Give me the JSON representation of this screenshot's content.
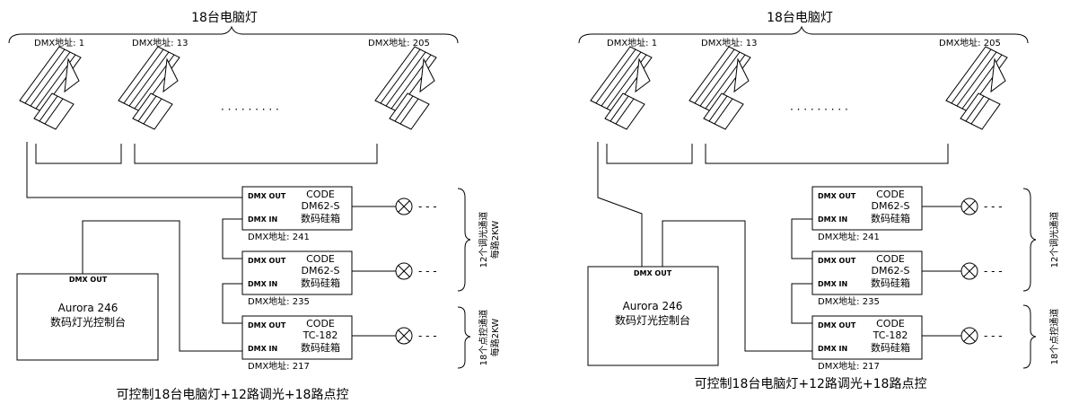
{
  "diagrams": [
    {
      "title": "18台电脑灯",
      "caption": "可控制18台电脑灯+12路调光+18路点控",
      "address_labels": [
        "DMX地址: 1",
        "DMX地址: 13",
        "DMX地址: 205"
      ],
      "ellipsis": "· · · · · · · · ·",
      "console": {
        "port": "DMX OUT",
        "name": "Aurora 246",
        "desc": "数码灯光控制台"
      },
      "dimmers": [
        {
          "out": "DMX OUT",
          "in": "DMX IN",
          "code": "CODE",
          "model": "DM62-S",
          "desc": "数码硅箱",
          "address": "DMX地址: 241"
        },
        {
          "out": "DMX OUT",
          "in": "DMX IN",
          "code": "CODE",
          "model": "DM62-S",
          "desc": "数码硅箱",
          "address": "DMX地址: 235"
        },
        {
          "out": "DMX OUT",
          "in": "DMX IN",
          "code": "CODE",
          "model": "TC-182",
          "desc": "数码硅箱",
          "address": "DMX地址: 217"
        }
      ],
      "lamp_dots": "- - -",
      "group1": {
        "line1": "12个调光通道",
        "line2": "每路2KW"
      },
      "group2": {
        "line1": "18个点控通道",
        "line2": "每路2KW"
      }
    },
    {
      "title": "18台电脑灯",
      "caption": "可控制18台电脑灯+12路调光+18路点控",
      "address_labels": [
        "DMX地址: 1",
        "DMX地址: 13",
        "DMX地址: 205"
      ],
      "ellipsis": "· · · · · · · · ·",
      "console": {
        "port": "DMX OUT",
        "name": "Aurora 246",
        "desc": "数码灯光控制台"
      },
      "dimmers": [
        {
          "out": "DMX OUT",
          "in": "DMX IN",
          "code": "CODE",
          "model": "DM62-S",
          "desc": "数码硅箱",
          "address": "DMX地址: 241"
        },
        {
          "out": "DMX OUT",
          "in": "DMX IN",
          "code": "CODE",
          "model": "DM62-S",
          "desc": "数码硅箱",
          "address": "DMX地址: 235"
        },
        {
          "out": "DMX OUT",
          "in": "DMX IN",
          "code": "CODE",
          "model": "TC-182",
          "desc": "数码硅箱",
          "address": "DMX地址: 217"
        }
      ],
      "lamp_dots": "- - -",
      "group1": {
        "line1": "12个调光通道"
      },
      "group2": {
        "line1": "18个点控通道"
      }
    }
  ]
}
